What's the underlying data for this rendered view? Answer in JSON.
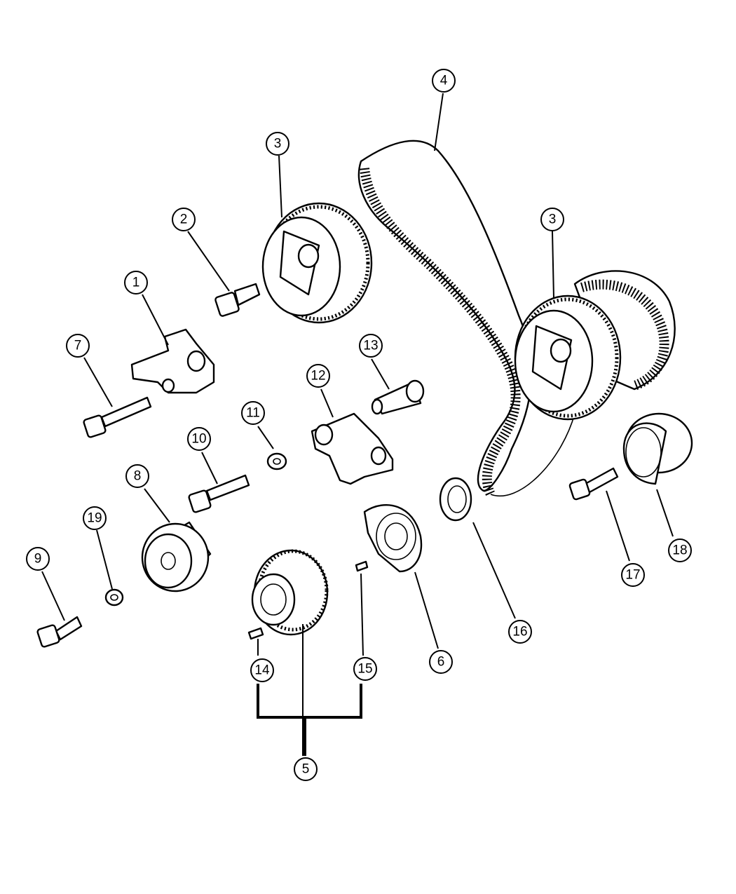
{
  "callouts": [
    {
      "id": "1",
      "label": "1"
    },
    {
      "id": "2",
      "label": "2"
    },
    {
      "id": "3a",
      "label": "3"
    },
    {
      "id": "3b",
      "label": "3"
    },
    {
      "id": "4",
      "label": "4"
    },
    {
      "id": "5",
      "label": "5"
    },
    {
      "id": "6",
      "label": "6"
    },
    {
      "id": "7",
      "label": "7"
    },
    {
      "id": "8",
      "label": "8"
    },
    {
      "id": "9",
      "label": "9"
    },
    {
      "id": "10",
      "label": "10"
    },
    {
      "id": "11",
      "label": "11"
    },
    {
      "id": "12",
      "label": "12"
    },
    {
      "id": "13",
      "label": "13"
    },
    {
      "id": "14",
      "label": "14"
    },
    {
      "id": "15",
      "label": "15"
    },
    {
      "id": "16",
      "label": "16"
    },
    {
      "id": "17",
      "label": "17"
    },
    {
      "id": "18",
      "label": "18"
    },
    {
      "id": "19",
      "label": "19"
    }
  ]
}
